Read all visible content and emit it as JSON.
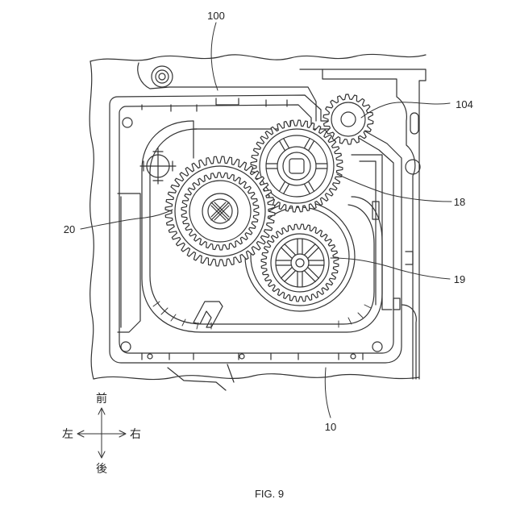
{
  "figure": {
    "caption": "FIG. 9",
    "callouts": [
      {
        "id": "ref-100",
        "text": "100"
      },
      {
        "id": "ref-104",
        "text": "104"
      },
      {
        "id": "ref-18",
        "text": "18"
      },
      {
        "id": "ref-20",
        "text": "20"
      },
      {
        "id": "ref-19",
        "text": "19"
      },
      {
        "id": "ref-10",
        "text": "10"
      }
    ],
    "directions": {
      "front": "前",
      "back": "後",
      "left": "左",
      "right": "右"
    }
  },
  "gears": [
    {
      "name": "gear-20",
      "teeth": 44
    },
    {
      "name": "gear-18",
      "teeth": 40
    },
    {
      "name": "gear-19",
      "teeth": 36
    },
    {
      "name": "gear-104",
      "teeth": 18
    }
  ]
}
